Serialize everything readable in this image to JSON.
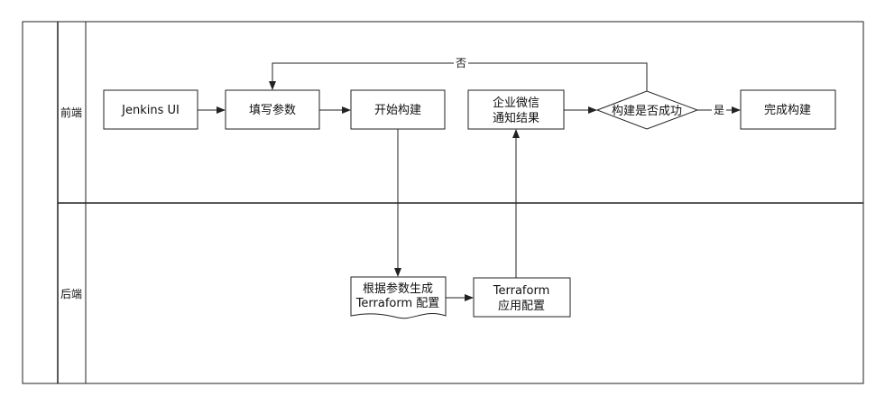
{
  "lanes": {
    "frontend": "前端",
    "backend": "后端"
  },
  "nodes": {
    "jenkins_ui": {
      "label": "Jenkins UI"
    },
    "fill_params": {
      "label": "填写参数"
    },
    "start_build": {
      "label": "开始构建"
    },
    "wechat_notify": {
      "label_lines": [
        "企业微信",
        "通知结果"
      ]
    },
    "build_success": {
      "label": "构建是否成功"
    },
    "build_done": {
      "label": "完成构建"
    },
    "gen_terraform": {
      "label_lines": [
        "根据参数生成",
        "Terraform 配置"
      ]
    },
    "apply_terraform": {
      "label_lines": [
        "Terraform",
        "应用配置"
      ]
    }
  },
  "edges": {
    "yes_label": "是",
    "no_label": "否"
  },
  "colors": {
    "stroke": "#222222",
    "fill": "#ffffff"
  }
}
